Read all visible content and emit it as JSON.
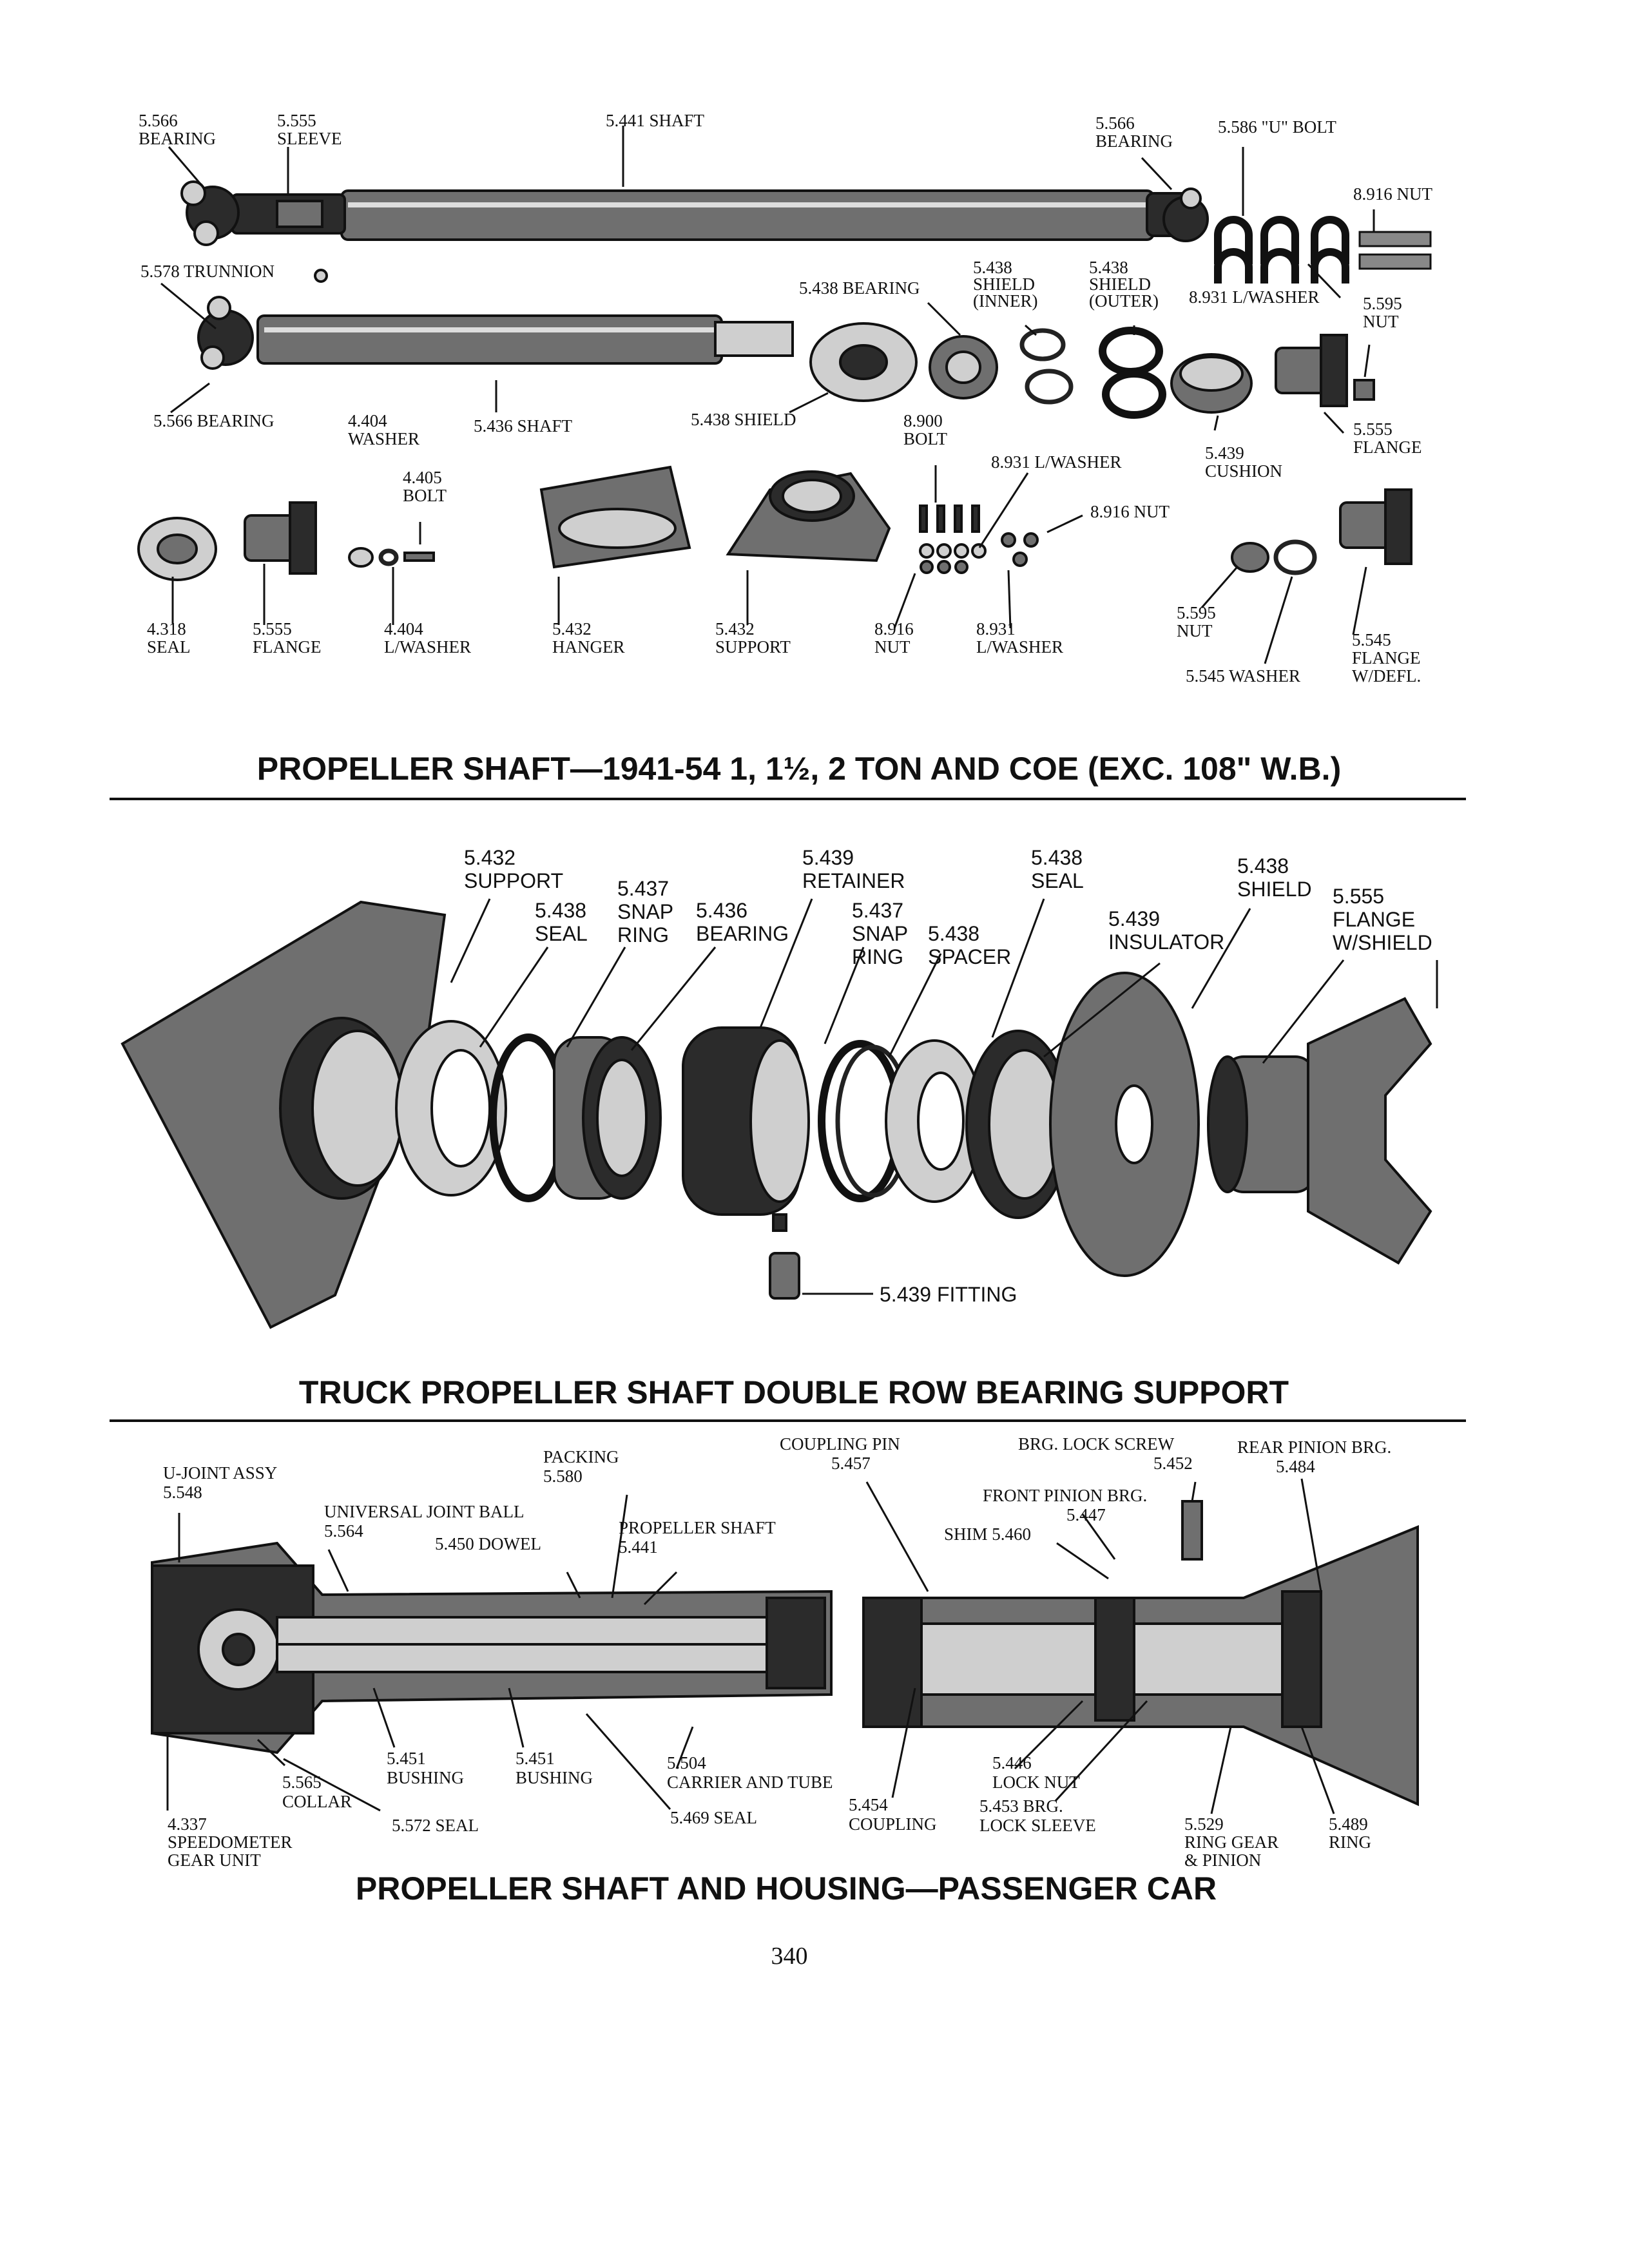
{
  "section1": {
    "heading": "PROPELLER SHAFT—1941-54 1, 1½, 2 TON AND COE (EXC. 108\" W.B.)",
    "labels": {
      "bearing_566_tl": [
        "5.566",
        "BEARING"
      ],
      "sleeve_555": [
        "5.555",
        "SLEEVE"
      ],
      "shaft_441": [
        "5.441 SHAFT"
      ],
      "bearing_566_tr": [
        "5.566",
        "BEARING"
      ],
      "u_bolt_586": [
        "5.586 \"U\" BOLT"
      ],
      "nut_916_tr": [
        "8.916 NUT"
      ],
      "trunnion_578": [
        "5.578 TRUNNION"
      ],
      "bearing_438": [
        "5.438 BEARING"
      ],
      "shield_inner_438": [
        "5.438",
        "SHIELD",
        "(INNER)"
      ],
      "shield_outer_438": [
        "5.438",
        "SHIELD",
        "(OUTER)"
      ],
      "lwasher_931_tr": [
        "8.931 L/WASHER"
      ],
      "nut_595_tr": [
        "5.595",
        "NUT"
      ],
      "bearing_566_bl": [
        "5.566 BEARING"
      ],
      "washer_404": [
        "4.404",
        "WASHER"
      ],
      "shaft_436": [
        "5.436 SHAFT"
      ],
      "shield_438": [
        "5.438 SHIELD"
      ],
      "bolt_900": [
        "8.900",
        "BOLT"
      ],
      "lwasher_931_mid": [
        "8.931 L/WASHER"
      ],
      "cushion_439": [
        "5.439",
        "CUSHION"
      ],
      "flange_555_r": [
        "5.555",
        "FLANGE"
      ],
      "bolt_405": [
        "4.405",
        "BOLT"
      ],
      "nut_916_mid": [
        "8.916 NUT"
      ],
      "seal_318": [
        "4.318",
        "SEAL"
      ],
      "flange_555_l": [
        "5.555",
        "FLANGE"
      ],
      "lwasher_404": [
        "4.404",
        "L/WASHER"
      ],
      "hanger_432": [
        "5.432",
        "HANGER"
      ],
      "support_432": [
        "5.432",
        "SUPPORT"
      ],
      "nut_916_bot": [
        "8.916",
        "NUT"
      ],
      "lwasher_931_bot": [
        "8.931",
        "L/WASHER"
      ],
      "nut_595_bot": [
        "5.595",
        "NUT"
      ],
      "washer_545": [
        "5.545 WASHER"
      ],
      "flange_545": [
        "5.545",
        "FLANGE",
        "W/DEFL."
      ]
    }
  },
  "section2": {
    "heading": "TRUCK PROPELLER SHAFT DOUBLE ROW BEARING SUPPORT",
    "labels": {
      "support_432": [
        "5.432",
        "SUPPORT"
      ],
      "seal_438": [
        "5.438",
        "SEAL"
      ],
      "snap_ring_437_a": [
        "5.437",
        "SNAP",
        "RING"
      ],
      "bearing_436": [
        "5.436",
        "BEARING"
      ],
      "retainer_439": [
        "5.439",
        "RETAINER"
      ],
      "snap_ring_437_b": [
        "5.437",
        "SNAP",
        "RING"
      ],
      "spacer_438": [
        "5.438",
        "SPACER"
      ],
      "seal_438_b": [
        "5.438",
        "SEAL"
      ],
      "insulator_439": [
        "5.439",
        "INSULATOR"
      ],
      "shield_438": [
        "5.438",
        "SHIELD"
      ],
      "flange_555": [
        "5.555",
        "FLANGE",
        "W/SHIELD"
      ],
      "fitting_439": [
        "5.439 FITTING"
      ]
    }
  },
  "section3": {
    "heading": "PROPELLER SHAFT AND HOUSING—PASSENGER CAR",
    "labels": {
      "ujoint_548": [
        "U-JOINT ASSY",
        "5.548"
      ],
      "ujoint_ball_564": [
        "UNIVERSAL JOINT BALL",
        "5.564"
      ],
      "packing_580": [
        "PACKING",
        "5.580"
      ],
      "dowel_450": [
        "5.450 DOWEL"
      ],
      "prop_shaft_441": [
        "PROPELLER SHAFT",
        "5.441"
      ],
      "coupling_pin_457": [
        "COUPLING PIN",
        "5.457"
      ],
      "lock_screw_452": [
        "BRG. LOCK SCREW",
        "5.452"
      ],
      "rear_pinion_484": [
        "REAR PINION BRG.",
        "5.484"
      ],
      "front_pinion_447": [
        "FRONT PINION BRG.",
        "5.447"
      ],
      "shim_460": [
        "SHIM 5.460"
      ],
      "bushing_451_a": [
        "5.451",
        "BUSHING"
      ],
      "bushing_451_b": [
        "5.451",
        "BUSHING"
      ],
      "carrier_504": [
        "5.504",
        "CARRIER AND TUBE"
      ],
      "lock_nut_446": [
        "5.446",
        "LOCK NUT"
      ],
      "collar_565": [
        "5.565",
        "COLLAR"
      ],
      "speedo_337": [
        "4.337",
        "SPEEDOMETER",
        "GEAR UNIT"
      ],
      "seal_572": [
        "5.572 SEAL"
      ],
      "seal_469": [
        "5.469 SEAL"
      ],
      "coupling_454": [
        "5.454",
        "COUPLING"
      ],
      "lock_sleeve_453": [
        "5.453 BRG.",
        "LOCK SLEEVE"
      ],
      "ring_gear_529": [
        "5.529",
        "RING GEAR",
        "& PINION"
      ],
      "ring_489": [
        "5.489",
        "RING"
      ]
    }
  },
  "page_number": "340"
}
